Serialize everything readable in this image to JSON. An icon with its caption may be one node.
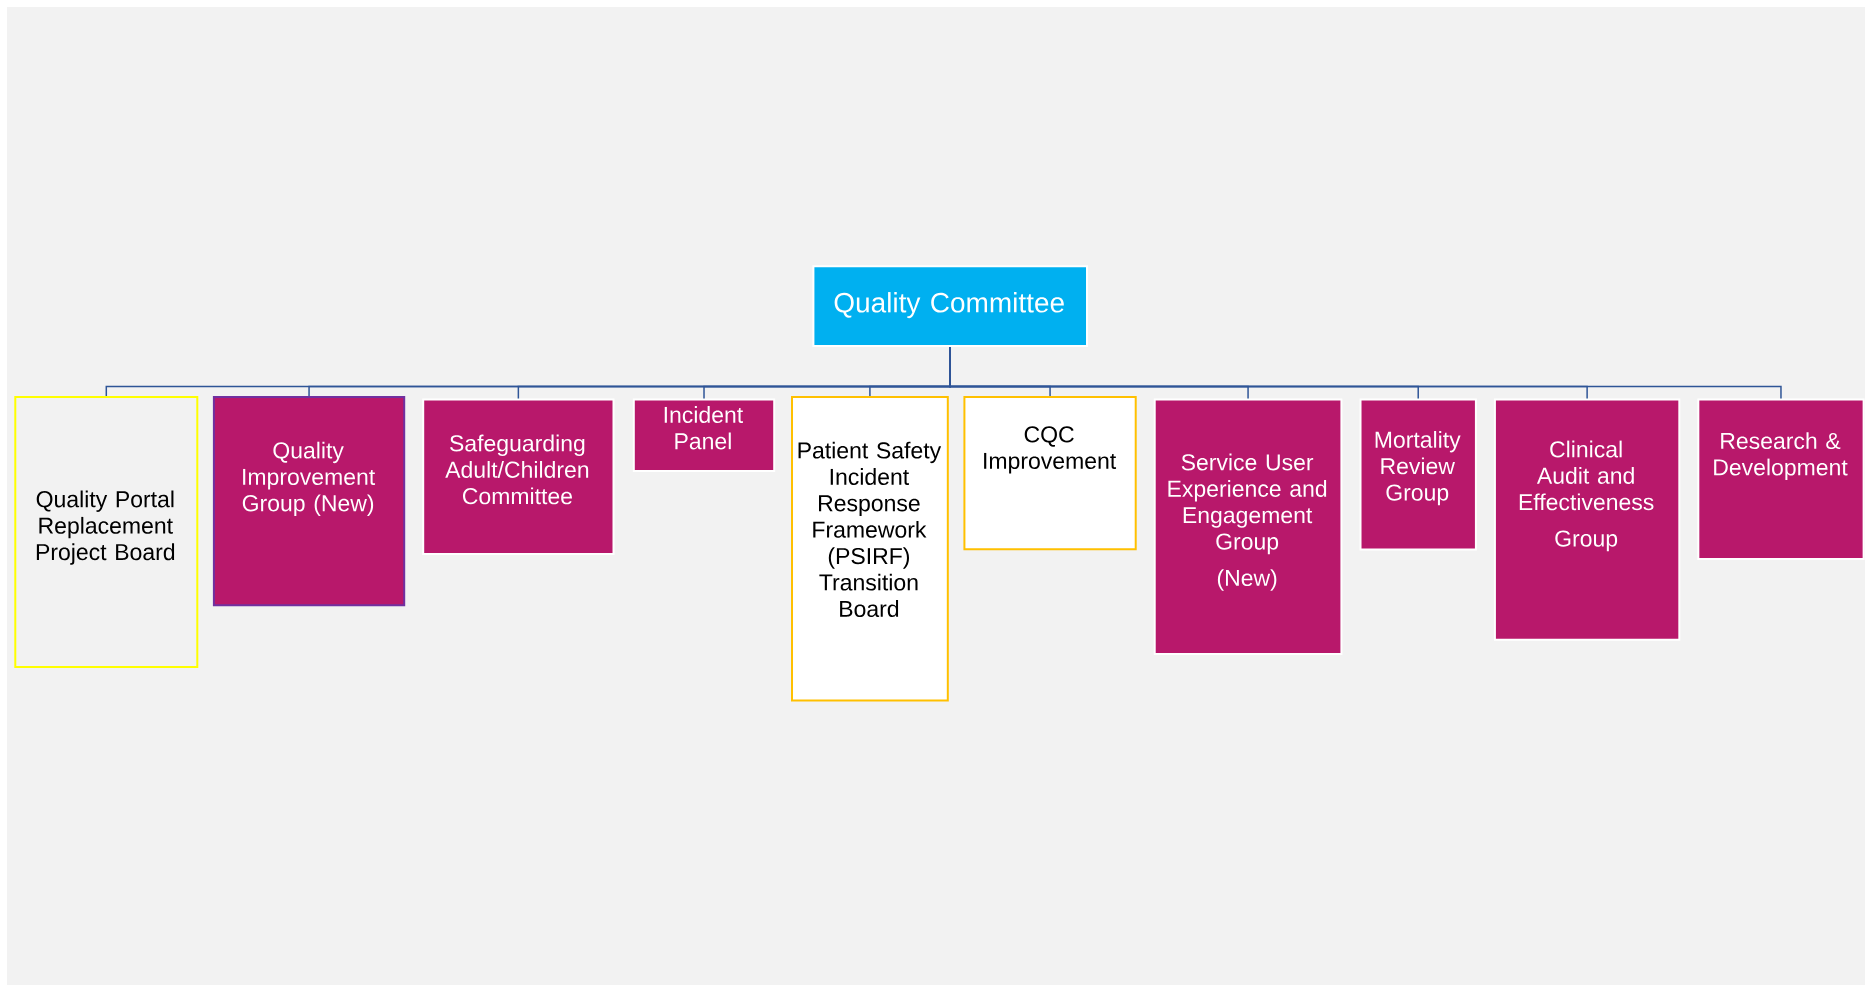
{
  "diagram": {
    "nodes": [
      {
        "text": [
          "Quality Committee"
        ]
      },
      {
        "text": [
          "Quality Portal Replacement Project Board"
        ]
      },
      {
        "text": [
          "Quality Improvement Group (New)"
        ]
      },
      {
        "text": [
          "Safeguarding Adult/Children Committee"
        ]
      },
      {
        "text": [
          "Incident Panel"
        ]
      },
      {
        "text": [
          "Patient Safety Incident Response Framework (PSIRF) Transition Board"
        ]
      },
      {
        "text": [
          "CQC Improvement"
        ]
      },
      {
        "text": [
          "Service User Experience and Engagement Group",
          "(New)"
        ]
      },
      {
        "text": [
          "Mortality Review Group"
        ]
      },
      {
        "text": [
          "Clinical Audit and Effectiveness",
          "Group"
        ]
      },
      {
        "text": [
          "Research & Development"
        ]
      }
    ],
    "edges": [
      {
        "from": 0,
        "to": 1,
        "arrow": "none"
      },
      {
        "from": 0,
        "to": 2,
        "arrow": "none"
      },
      {
        "from": 0,
        "to": 3,
        "arrow": "none"
      },
      {
        "from": 0,
        "to": 4,
        "arrow": "none"
      },
      {
        "from": 0,
        "to": 5,
        "arrow": "none"
      },
      {
        "from": 0,
        "to": 6,
        "arrow": "none"
      },
      {
        "from": 0,
        "to": 7,
        "arrow": "none"
      },
      {
        "from": 0,
        "to": 8,
        "arrow": "none"
      },
      {
        "from": 0,
        "to": 9,
        "arrow": "none"
      },
      {
        "from": 0,
        "to": 10,
        "arrow": "none"
      }
    ]
  }
}
